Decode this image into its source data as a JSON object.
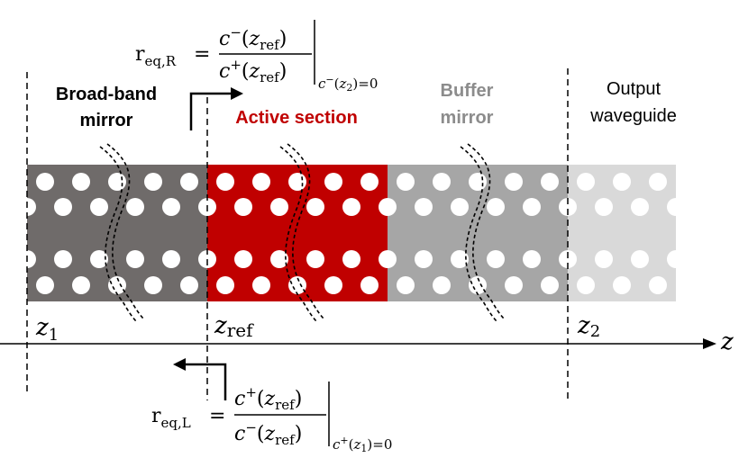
{
  "colors": {
    "mirror": "#6f6b6a",
    "active": "#c00000",
    "buffer": "#a6a6a6",
    "output": "#d9d9d9",
    "active_text": "#c00000",
    "buffer_text": "#8c8c8c",
    "hole": "#ffffff",
    "line": "#000000"
  },
  "sections": {
    "broadband_mirror": [
      "Broad-band",
      "mirror"
    ],
    "active_section": "Active section",
    "buffer_mirror": [
      "Buffer",
      "mirror"
    ],
    "output_waveguide": [
      "Output",
      "waveguide"
    ]
  },
  "positions": {
    "z1": {
      "base": "z",
      "sub": "1"
    },
    "zref": {
      "base": "z",
      "sub": "ref"
    },
    "z2": {
      "base": "z",
      "sub": "2"
    },
    "axis": "z"
  },
  "equations": {
    "right": {
      "lhs": "r",
      "lhs_sub": "eq,R",
      "equals": "=",
      "num_c": "c",
      "num_sup": "−",
      "num_z": "z",
      "num_zsub": "ref",
      "den_c": "c",
      "den_sup": "+",
      "den_z": "z",
      "den_zsub": "ref",
      "cond_c": "c",
      "cond_sup": "−",
      "cond_z": "z",
      "cond_zsub": "2",
      "cond_val": "=0"
    },
    "left": {
      "lhs": "r",
      "lhs_sub": "eq,L",
      "equals": "=",
      "num_c": "c",
      "num_sup": "+",
      "num_z": "z",
      "num_zsub": "ref",
      "den_c": "c",
      "den_sup": "−",
      "den_z": "z",
      "den_zsub": "ref",
      "cond_c": "c",
      "cond_sup": "+",
      "cond_z": "z",
      "cond_zsub": "1",
      "cond_val": "=0"
    }
  }
}
